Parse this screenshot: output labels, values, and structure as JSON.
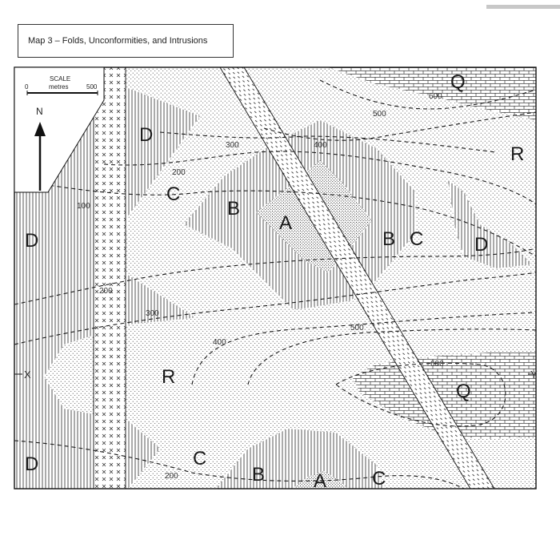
{
  "title": "Map 3 – Folds, Unconformities, and Intrusions",
  "scale": {
    "heading": "SCALE",
    "unit": "metres",
    "min": "0",
    "max": "500"
  },
  "north": "N",
  "section": {
    "start": "X",
    "end": "Y"
  },
  "units": {
    "Q_top": "Q",
    "R_right": "R",
    "D_upper": "D",
    "C_upper": "C",
    "B_upper": "B",
    "A_upper": "A",
    "B_right": "B",
    "C_right": "C",
    "D_right": "D",
    "D_left": "D",
    "R_center": "R",
    "Q_right": "Q",
    "D_lower": "D",
    "C_lower": "C",
    "B_lower": "B",
    "A_lower": "A",
    "C_lower_right": "C"
  },
  "contours": {
    "c600_top": "600",
    "c500_top": "500",
    "c400_top": "400",
    "c300_top": "300",
    "c200_upper": "200",
    "c100_left": "100",
    "c200_left": "200",
    "c300_mid": "300",
    "c400_mid": "400",
    "c500_mid": "500",
    "c600_right": "600",
    "c200_lower": "200"
  },
  "colors": {
    "ink": "#1a1a1a",
    "paper": "#ffffff",
    "gray": "#c8c8c8"
  }
}
